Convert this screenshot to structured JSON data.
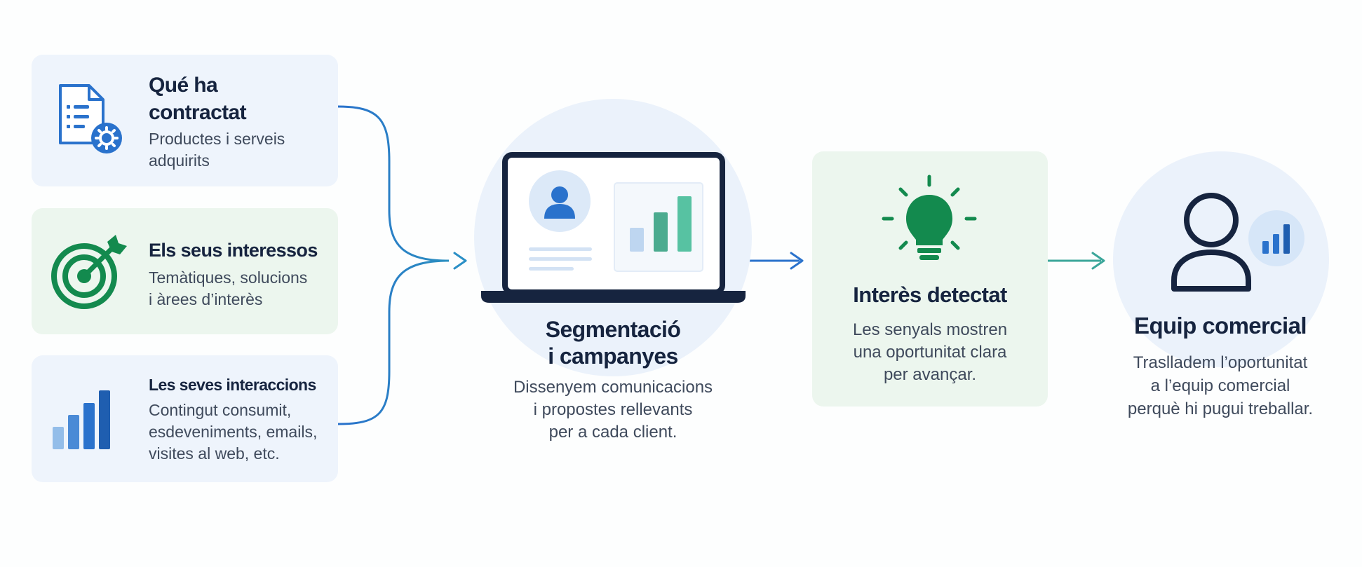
{
  "inputs": [
    {
      "title_lines": [
        "Qué ha",
        "contractat"
      ],
      "desc_lines": [
        "Productes i serveis",
        "adquirits"
      ],
      "icon": "document-gear-icon"
    },
    {
      "title_lines": [
        "Els seus interessos"
      ],
      "desc_lines": [
        "Temàtiques, solucions",
        "i àrees d’interès"
      ],
      "icon": "target-arrow-icon"
    },
    {
      "title_lines": [
        "Les seves interaccions"
      ],
      "desc_lines": [
        "Contingut consumit,",
        "esdeveniments, emails,",
        "visites al web, etc."
      ],
      "icon": "bar-chart-icon"
    }
  ],
  "segmentation": {
    "title_lines": [
      "Segmentació",
      "i campanyes"
    ],
    "desc_lines": [
      "Dissenyem comunicacions",
      "i propostes rellevants",
      "per a cada client."
    ],
    "icon": "laptop-dashboard-icon"
  },
  "interest": {
    "title": "Interès detectat",
    "desc_lines": [
      "Les senyals mostren",
      "una oportunitat clara",
      "per avançar."
    ],
    "icon": "lightbulb-icon"
  },
  "sales": {
    "title": "Equip comercial",
    "desc_lines": [
      "Traslladem l’oportunitat",
      "a l’equip comercial",
      "perquè hi pugui treballar."
    ],
    "icon": "person-chart-icon"
  },
  "colors": {
    "blue": "#2a72cc",
    "green": "#138a4e",
    "teal": "#3ba69a",
    "navy": "#16243f"
  }
}
